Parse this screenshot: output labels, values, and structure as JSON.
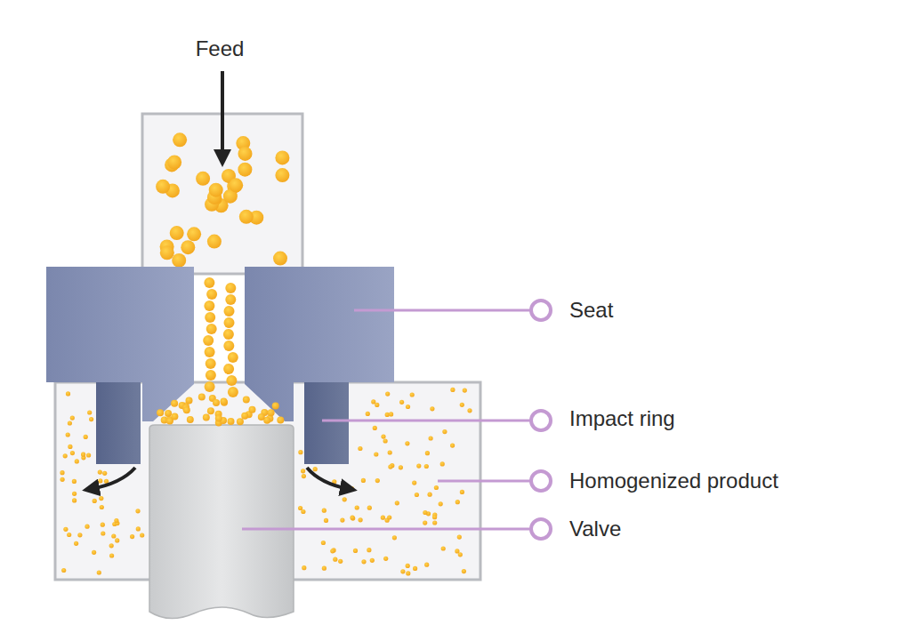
{
  "diagram": {
    "labels": [
      "Feed",
      "Seat",
      "Impact ring",
      "Homogenized product",
      "Valve"
    ]
  }
}
